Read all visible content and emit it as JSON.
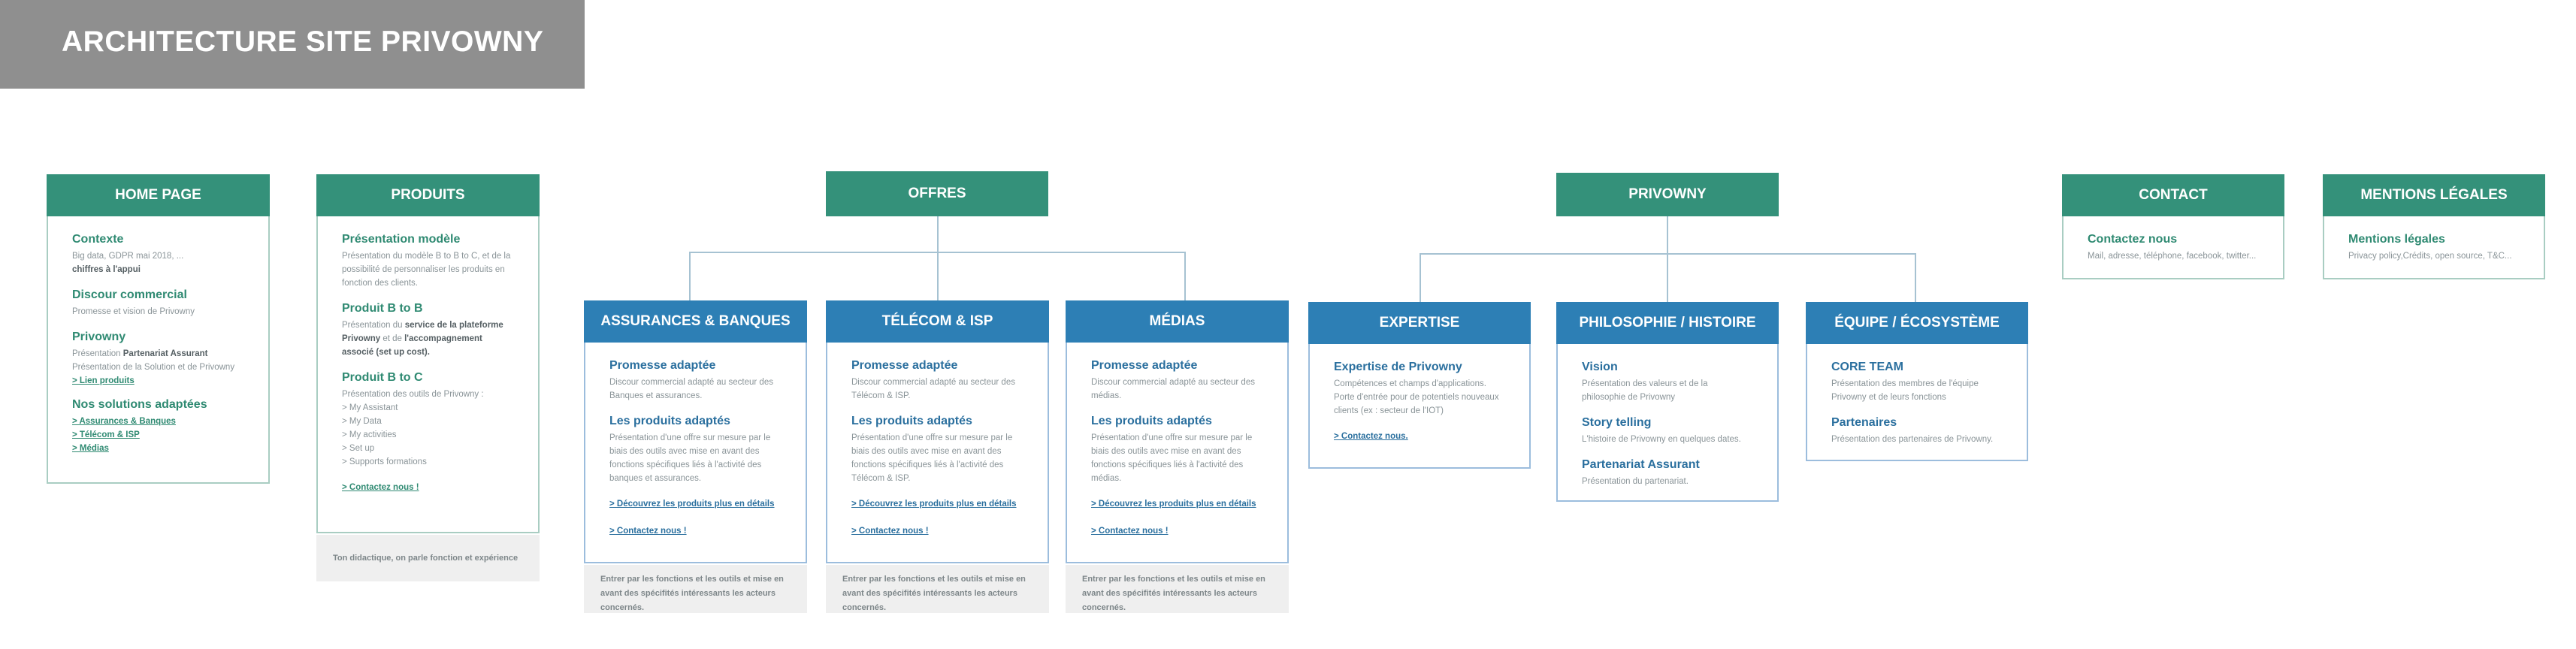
{
  "title": "ARCHITECTURE SITE PRIVOWNY",
  "colors": {
    "green": "#34917a",
    "blue": "#2d7fb5",
    "banner": "#8f8f8f"
  },
  "home": {
    "header": "HOME PAGE",
    "contexte_title": "Contexte",
    "contexte_desc": "Big data, GDPR mai 2018, ...",
    "contexte_desc2": "chiffres à l'appui",
    "discour_title": "Discour commercial",
    "discour_desc": "Promesse et vision de Privowny",
    "privowny_title": "Privowny",
    "privowny_desc_a": "Présentation ",
    "privowny_desc_b": "Partenariat Assurant",
    "privowny_desc2": "Présentation de la Solution et de Privowny",
    "privowny_link": "> Lien produits",
    "solutions_title": "Nos solutions adaptées",
    "solutions_links": [
      "> Assurances & Banques",
      "> Télécom & ISP",
      "> Médias"
    ]
  },
  "produits": {
    "header": "PRODUITS",
    "modele_title": "Présentation modèle",
    "modele_desc": "Présentation du modèle B to B to C, et de la possibilité de personnaliser les produits en fonction des clients.",
    "btob_title": "Produit B to B",
    "btob_desc_a": "Présentation du ",
    "btob_desc_b": "service de la plateforme Privowny",
    "btob_desc_c": " et de ",
    "btob_desc_d": "l'accompagnement associé (set up cost).",
    "btoc_title": "Produit B to C",
    "btoc_intro": "Présentation des outils de Privowny :",
    "btoc_items": [
      "> My Assistant",
      "> My Data",
      "> My activities",
      "> Set up",
      "> Supports formations"
    ],
    "contact_link": "> Contactez nous !",
    "note": "Ton didactique, on parle fonction et expérience"
  },
  "offres": {
    "header": "OFFRES",
    "columns": [
      {
        "header": "ASSURANCES & BANQUES",
        "promesse_title": "Promesse adaptée",
        "promesse_desc": "Discour commercial adapté au secteur des Banques et assurances.",
        "produits_title": "Les produits adaptés",
        "produits_desc": "Présentation d'une offre sur mesure par le biais des outils avec mise en avant des fonctions spécifiques liés à l'activité des banques et assurances.",
        "details_link": "> Découvrez les produits plus en détails",
        "contact_link": "> Contactez nous !",
        "note": "Entrer par les fonctions et les outils et mise en avant des spécifités intéressants les acteurs concernés."
      },
      {
        "header": "TÉLÉCOM & ISP",
        "promesse_title": "Promesse adaptée",
        "promesse_desc": "Discour commercial adapté au secteur des Télécom & ISP.",
        "produits_title": "Les produits adaptés",
        "produits_desc": "Présentation d'une offre sur mesure par le biais des outils avec mise en avant des fonctions spécifiques liés à l'activité des Télécom & ISP.",
        "details_link": "> Découvrez les produits plus en détails",
        "contact_link": "> Contactez nous !",
        "note": "Entrer par les fonctions et les outils et mise en avant des spécifités intéressants les acteurs concernés."
      },
      {
        "header": "MÉDIAS",
        "promesse_title": "Promesse adaptée",
        "promesse_desc": "Discour commercial adapté au secteur des médias.",
        "produits_title": "Les produits adaptés",
        "produits_desc": "Présentation d'une offre sur mesure par le biais des outils avec mise en avant des fonctions spécifiques liés à l'activité des médias.",
        "details_link": "> Découvrez les produits plus en détails",
        "contact_link": "> Contactez nous !",
        "note": "Entrer par les fonctions et les outils et mise en avant des spécifités intéressants les acteurs concernés."
      }
    ]
  },
  "privowny": {
    "header": "PRIVOWNY",
    "expertise": {
      "header": "EXPERTISE",
      "title": "Expertise de Privowny",
      "desc": "Compétences et champs d'applications. Porte d'entrée pour de potentiels nouveaux clients (ex : secteur de l'IOT)",
      "link": "> Contactez nous."
    },
    "philosophie": {
      "header": "PHILOSOPHIE / HISTOIRE",
      "vision_title": "Vision",
      "vision_desc": "Présentation des valeurs et de la philosophie de Privowny",
      "story_title": "Story telling",
      "story_desc": "L'histoire de Privowny en quelques dates.",
      "partenariat_title": "Partenariat Assurant",
      "partenariat_desc": "Présentation du partenariat."
    },
    "equipe": {
      "header": "ÉQUIPE / ÉCOSYSTÈME",
      "core_title": "CORE TEAM",
      "core_desc": "Présentation des membres de l'équipe Privowny et de leurs fonctions",
      "partenaires_title": "Partenaires",
      "partenaires_desc": "Présentation des partenaires de Privowny."
    }
  },
  "contact": {
    "header": "CONTACT",
    "title": "Contactez nous",
    "desc": "Mail, adresse, téléphone, facebook, twitter..."
  },
  "mentions": {
    "header": "MENTIONS LÉGALES",
    "title": "Mentions légales",
    "desc": "Privacy policy,Crédits, open source, T&C..."
  }
}
